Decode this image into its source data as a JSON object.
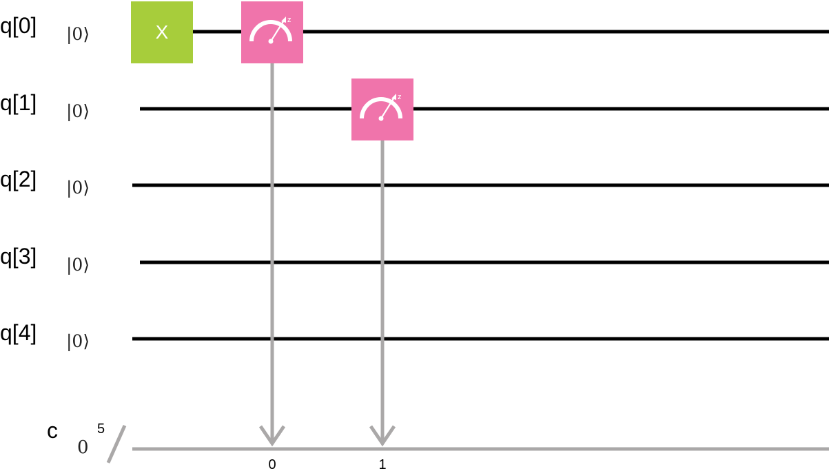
{
  "colors": {
    "background": "#ffffff",
    "quantum_wire": "#000000",
    "classical_wire": "#aaa8a8",
    "x_gate": "#a7cd3b",
    "measure_gate": "#f074ab",
    "gate_text": "#ffffff"
  },
  "qubits": [
    {
      "label": "q[0]",
      "init": "|0⟩"
    },
    {
      "label": "q[1]",
      "init": "|0⟩"
    },
    {
      "label": "q[2]",
      "init": "|0⟩"
    },
    {
      "label": "q[3]",
      "init": "|0⟩"
    },
    {
      "label": "q[4]",
      "init": "|0⟩"
    }
  ],
  "classical_register": {
    "label": "c",
    "init": "0",
    "size": "5"
  },
  "gates": [
    {
      "type": "X",
      "label": "X",
      "qubit": 0,
      "column": 0
    },
    {
      "type": "measure",
      "icon": "meter-icon",
      "axis_label": "z",
      "qubit": 0,
      "column": 1,
      "target_bit": "0"
    },
    {
      "type": "measure",
      "icon": "meter-icon",
      "axis_label": "z",
      "qubit": 1,
      "column": 2,
      "target_bit": "1"
    }
  ]
}
